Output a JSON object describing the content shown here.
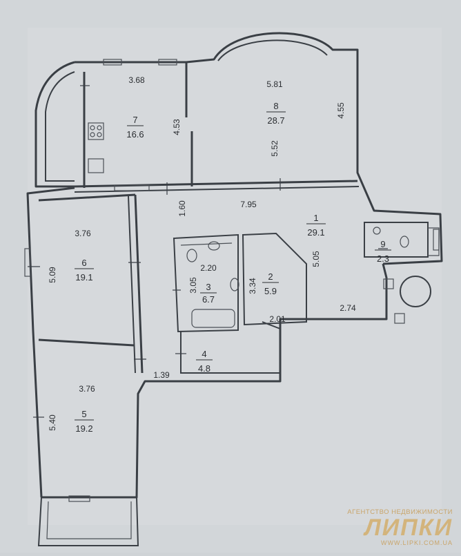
{
  "rooms": [
    {
      "number": "7",
      "area": "16.6"
    },
    {
      "number": "8",
      "area": "28.7"
    },
    {
      "number": "1",
      "area": "29.1"
    },
    {
      "number": "6",
      "area": "19.1"
    },
    {
      "number": "3",
      "area": "6.7"
    },
    {
      "number": "2",
      "area": "5.9"
    },
    {
      "number": "9",
      "area": "2.3"
    },
    {
      "number": "4",
      "area": "4.8"
    },
    {
      "number": "5",
      "area": "19.2"
    }
  ],
  "dimensions": [
    "3.68",
    "4.53",
    "5.81",
    "4.55",
    "5.52",
    "1.60",
    "7.95",
    "3.76",
    "5.09",
    "2.20",
    "3.05",
    "3.34",
    "5.05",
    "2.01",
    "2.74",
    "1.39",
    "3.76",
    "5.40"
  ],
  "branding": {
    "tagline": "АГЕНТСТВО НЕДВИЖИМОСТИ",
    "logo": "ЛИПКИ",
    "url": "WWW.LIPKI.COM.UA"
  }
}
